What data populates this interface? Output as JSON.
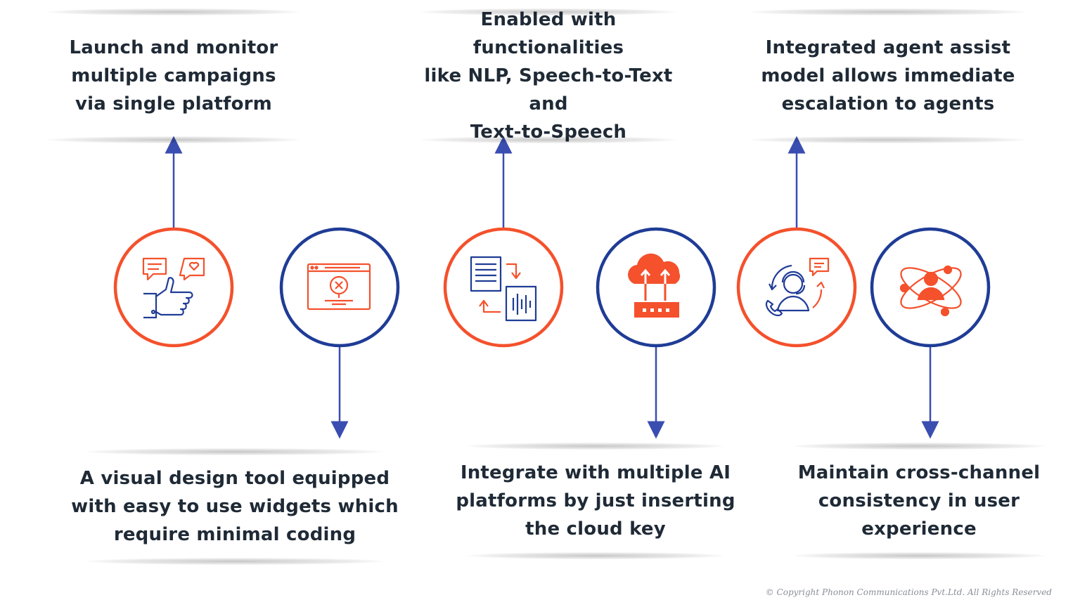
{
  "features": [
    {
      "id": "campaigns",
      "text": "Launch and monitor\nmultiple campaigns\nvia single platform",
      "icon": "thumbs-up-chat-icon",
      "ring": "orange",
      "direction": "up"
    },
    {
      "id": "visual-design",
      "text": "A visual design tool equipped\nwith easy to use widgets which\nrequire minimal coding",
      "icon": "browser-window-icon",
      "ring": "blue",
      "direction": "down"
    },
    {
      "id": "nlp",
      "text": "Enabled with functionalities\nlike NLP, Speech-to-Text and\nText-to-Speech",
      "icon": "document-audio-convert-icon",
      "ring": "orange",
      "direction": "up"
    },
    {
      "id": "ai-platforms",
      "text": "Integrate with multiple AI\nplatforms by just inserting\nthe cloud key",
      "icon": "cloud-upload-icon",
      "ring": "blue",
      "direction": "down"
    },
    {
      "id": "agent-assist",
      "text": "Integrated agent assist\nmodel allows immediate\nescalation to agents",
      "icon": "agent-headset-icon",
      "ring": "orange",
      "direction": "up"
    },
    {
      "id": "cross-channel",
      "text": "Maintain cross-channel\nconsistency in user\nexperience",
      "icon": "atom-person-icon",
      "ring": "blue",
      "direction": "down"
    }
  ],
  "copyright": "© Copyright Phonon Communications Pvt.Ltd. All Rights Reserved",
  "colors": {
    "orange": "#f4512c",
    "blue": "#1f3c96",
    "arrow": "#3a4db0",
    "text": "#1f2a36"
  }
}
